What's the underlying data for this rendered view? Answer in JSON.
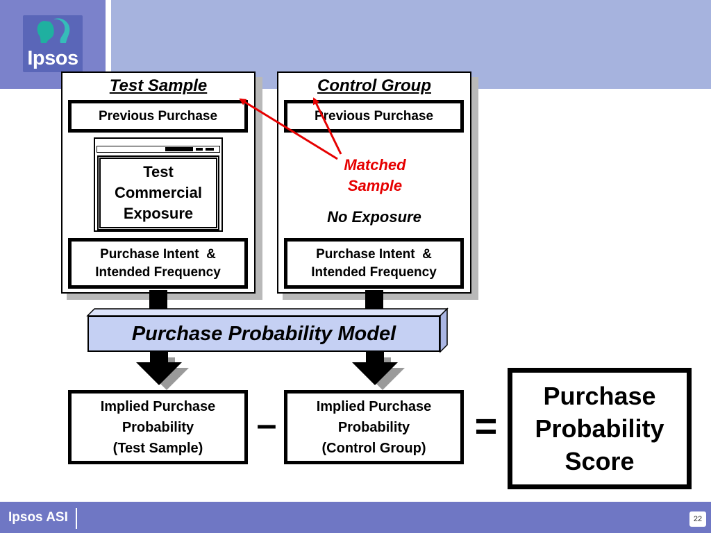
{
  "logo": {
    "text": "Ipsos"
  },
  "diagram": {
    "test_panel": {
      "title": "Test Sample",
      "previous_purchase": "Previous Purchase",
      "tv_label_lines": [
        "Test",
        "Commercial",
        "Exposure"
      ],
      "intent_lines": [
        "Purchase Intent  &",
        "Intended Frequency"
      ]
    },
    "control_panel": {
      "title": "Control Group",
      "previous_purchase": "Previous Purchase",
      "no_exposure": "No Exposure",
      "intent_lines": [
        "Purchase Intent  &",
        "Intended Frequency"
      ]
    },
    "matched_sample_lines": [
      "Matched",
      "Sample"
    ],
    "model_label": "Purchase Probability Model",
    "implied_test_lines": [
      "Implied Purchase",
      "Probability",
      "(Test Sample)"
    ],
    "implied_control_lines": [
      "Implied Purchase",
      "Probability",
      "(Control Group)"
    ],
    "minus_symbol": "–",
    "equals_symbol": "=",
    "score_lines": [
      "Purchase",
      "Probability",
      "Score"
    ]
  },
  "colors": {
    "header_band": "#a6b3de",
    "logo_panel": "#7b82cb",
    "model_bar": "#c5d0f3",
    "footer": "#6f77c4",
    "matched_arrow": "#e60000"
  },
  "footer": {
    "brand": "Ipsos ASI",
    "page_number": "22"
  }
}
